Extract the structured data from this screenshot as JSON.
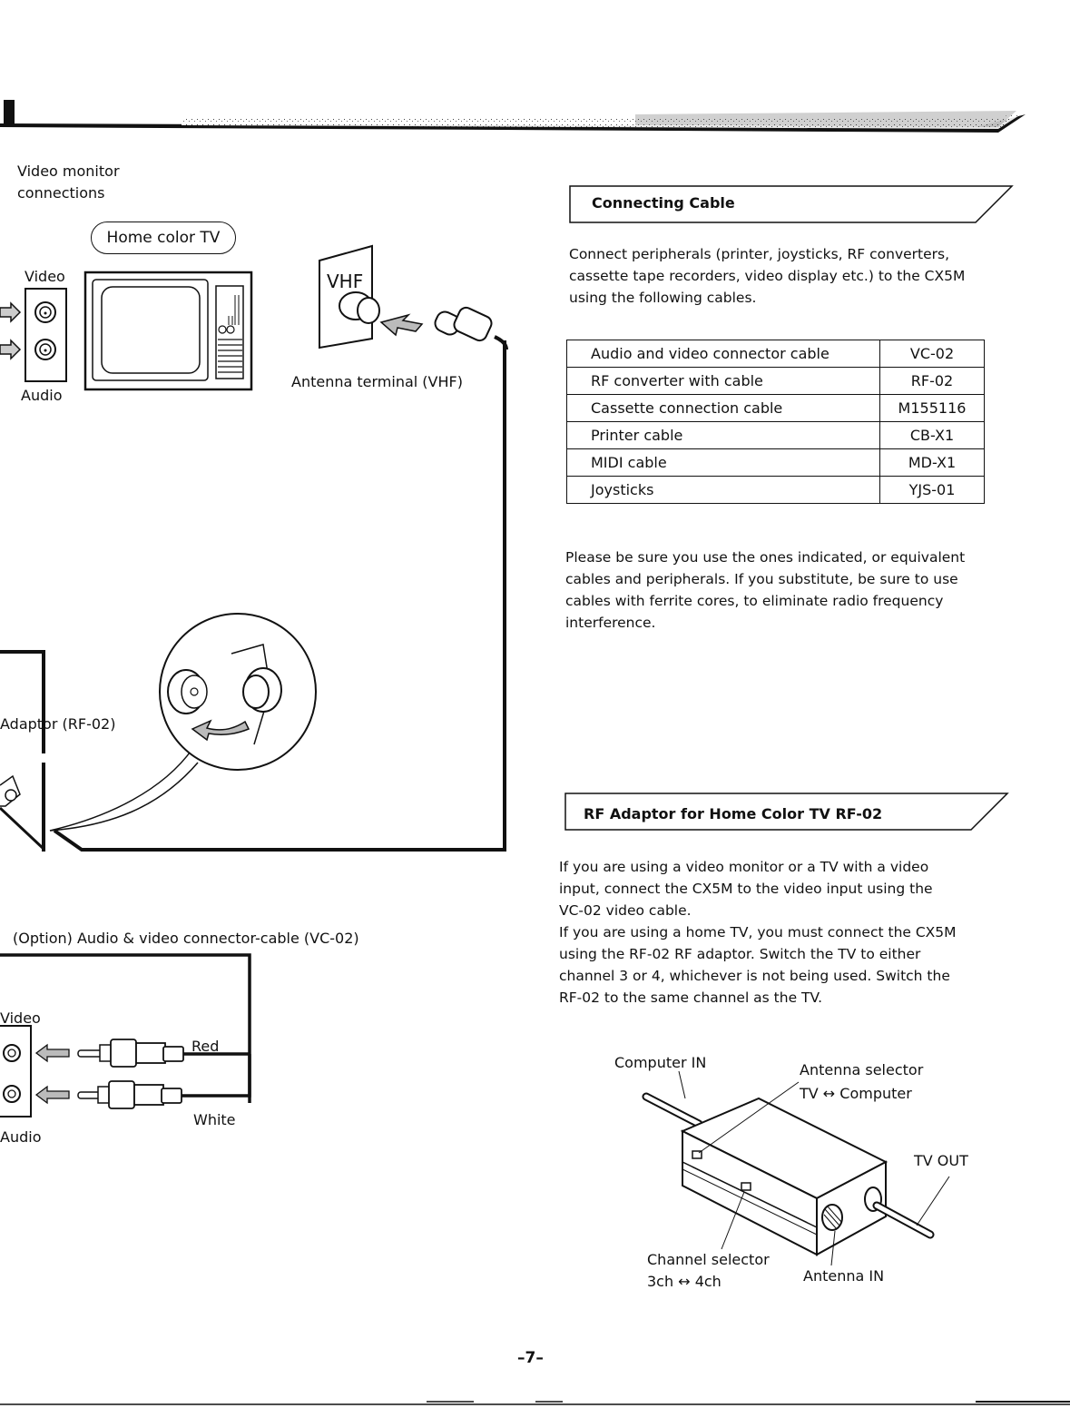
{
  "page": {
    "page_number": "–7–"
  },
  "left_column": {
    "video_monitor_heading": [
      "Video monitor",
      "connections"
    ],
    "tv_label": "Home color TV",
    "jack_video_label": "Video",
    "jack_audio_label": "Audio",
    "antenna_terminal_label": "Antenna terminal (VHF)",
    "vhf_plate_label": "VHF",
    "rf_adaptor_label": "Adaptor (RF-02)",
    "av_cable_caption": "(Option) Audio & video connector-cable (VC-02)",
    "av_video_label": "Video",
    "av_audio_label": "Audio",
    "plug_red_label": "Red",
    "plug_white_label": "White"
  },
  "connecting_cable": {
    "title": "Connecting Cable",
    "intro": [
      "Connect peripherals (printer, joysticks, RF converters,",
      "cassette tape recorders, video display etc.) to the CX5M",
      "using the following cables."
    ],
    "table": [
      {
        "description": "Audio and video connector cable",
        "model": "VC-02"
      },
      {
        "description": "RF converter with cable",
        "model": "RF-02"
      },
      {
        "description": "Cassette connection cable",
        "model": "M155116"
      },
      {
        "description": "Printer cable",
        "model": "CB-X1"
      },
      {
        "description": "MIDI cable",
        "model": "MD-X1"
      },
      {
        "description": "Joysticks",
        "model": "YJS-01"
      }
    ],
    "note": [
      "Please be sure you use the ones indicated, or equivalent",
      "cables and peripherals. If you substitute, be sure to use",
      "cables with ferrite cores, to eliminate radio frequency",
      "interference."
    ]
  },
  "rf_adaptor": {
    "title": "RF Adaptor for Home Color TV RF-02",
    "body": [
      "If you are using a video monitor or a TV with a video",
      "input, connect the CX5M to the video input using the",
      "VC-02 video cable.",
      "If you are using a home TV, you must connect the CX5M",
      "using the RF-02 RF adaptor. Switch the TV to either",
      "channel 3 or 4, whichever is not being used. Switch the",
      "RF-02 to the same channel as the TV."
    ],
    "diagram": {
      "computer_in": "Computer IN",
      "antenna_selector": "Antenna selector",
      "antenna_selector_options": "TV ↔ Computer",
      "tv_out": "TV OUT",
      "channel_selector": "Channel selector",
      "channel_selector_options": "3ch ↔ 4ch",
      "antenna_in": "Antenna IN"
    }
  }
}
